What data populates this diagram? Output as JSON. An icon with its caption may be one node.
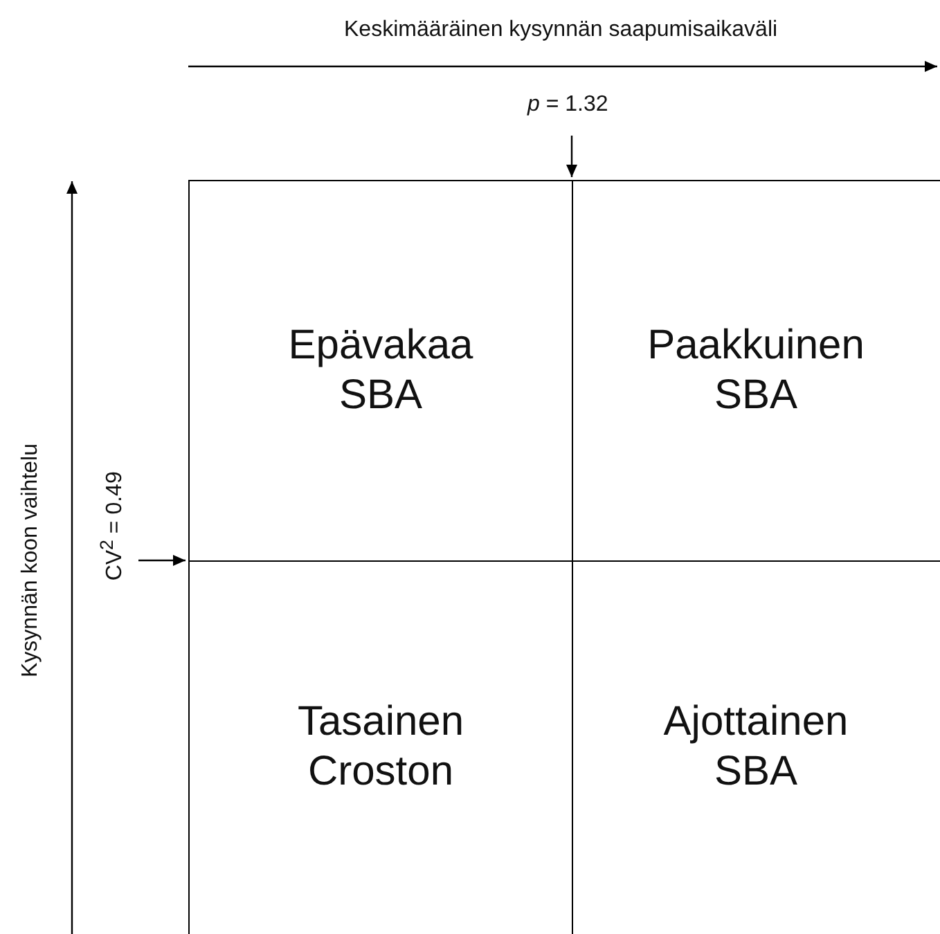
{
  "diagram": {
    "nodes": [
      {
        "text": [
          "Epävakaa SBA"
        ]
      },
      {
        "text": [
          "Paakkuinen SBA"
        ]
      },
      {
        "text": [
          "Tasainen Croston"
        ]
      },
      {
        "text": [
          "Ajottainen SBA"
        ]
      }
    ],
    "labels": [
      "Keskimääräinen kysynnän saapumisaikaväli",
      "*p* = 1.32",
      "Kysynnän koon vaihtelu",
      "CV$^{2}$ = 0.49"
    ]
  }
}
